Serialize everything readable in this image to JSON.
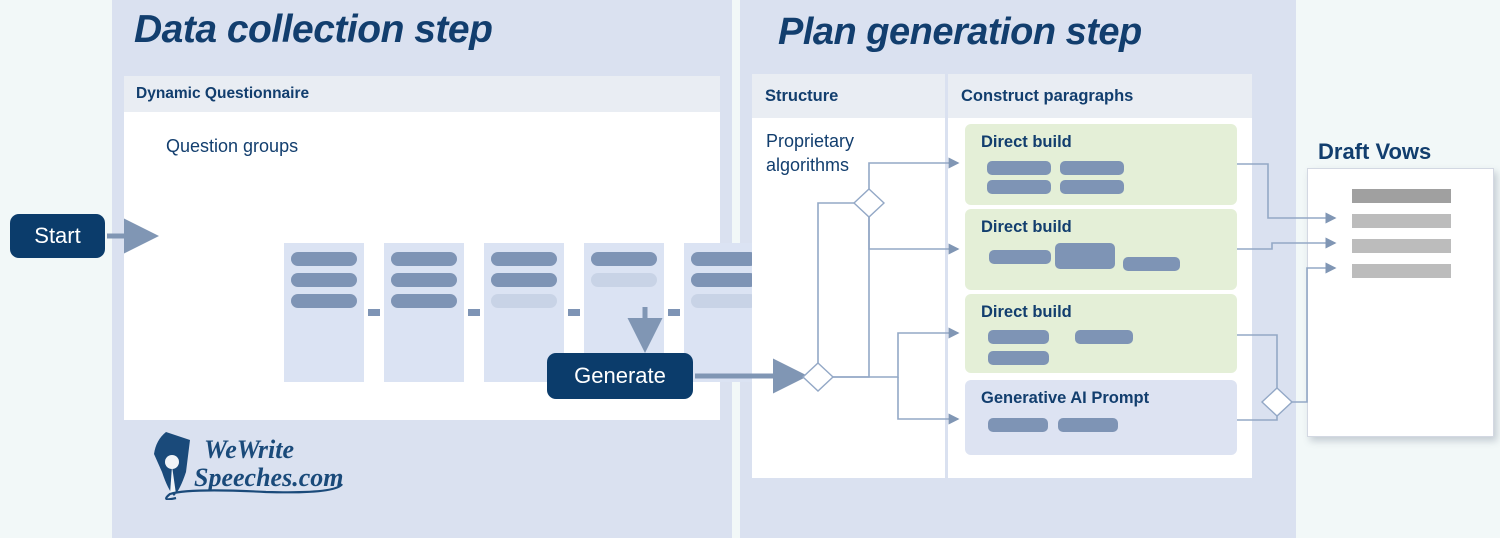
{
  "page": {
    "background": "#f2f8f8",
    "accent_navy": "#123e6e",
    "panel_blue": "#dae1f0",
    "card_green": "#e4efd7",
    "card_blue": "#dde3f2",
    "bar_dark": "#7e94b5",
    "bar_light": "#c8d3e6"
  },
  "left_panel": {
    "title": "Data collection step",
    "questionnaire": {
      "header": "Dynamic Questionnaire",
      "groups_label": "Question groups",
      "groups": [
        {
          "bars": [
            "dark",
            "dark",
            "dark"
          ]
        },
        {
          "bars": [
            "dark",
            "dark",
            "dark"
          ]
        },
        {
          "bars": [
            "dark",
            "dark",
            "light"
          ]
        },
        {
          "bars": [
            "dark",
            "light"
          ]
        },
        {
          "bars": [
            "dark",
            "dark",
            "light"
          ]
        },
        {
          "bars": [
            "dark",
            "light",
            "dark",
            "light",
            "light"
          ]
        }
      ]
    },
    "start_button": "Start",
    "generate_button": "Generate",
    "logo": {
      "line1": "WeWrite",
      "line2": "Speeches.com",
      "icon": "fountain-pen-nib-icon"
    }
  },
  "right_panel": {
    "title": "Plan generation step",
    "columns": {
      "structure": "Structure",
      "construct": "Construct paragraphs"
    },
    "structure_note": "Proprietary algorithms",
    "paragraph_cards": [
      {
        "title": "Direct build",
        "style": "green",
        "bars": 4
      },
      {
        "title": "Direct build",
        "style": "green",
        "bars": 3
      },
      {
        "title": "Direct build",
        "style": "green",
        "bars": 3
      },
      {
        "title": "Generative AI Prompt",
        "style": "blue",
        "bars": 2
      }
    ]
  },
  "output": {
    "title": "Draft Vows",
    "document_bars": 4
  }
}
